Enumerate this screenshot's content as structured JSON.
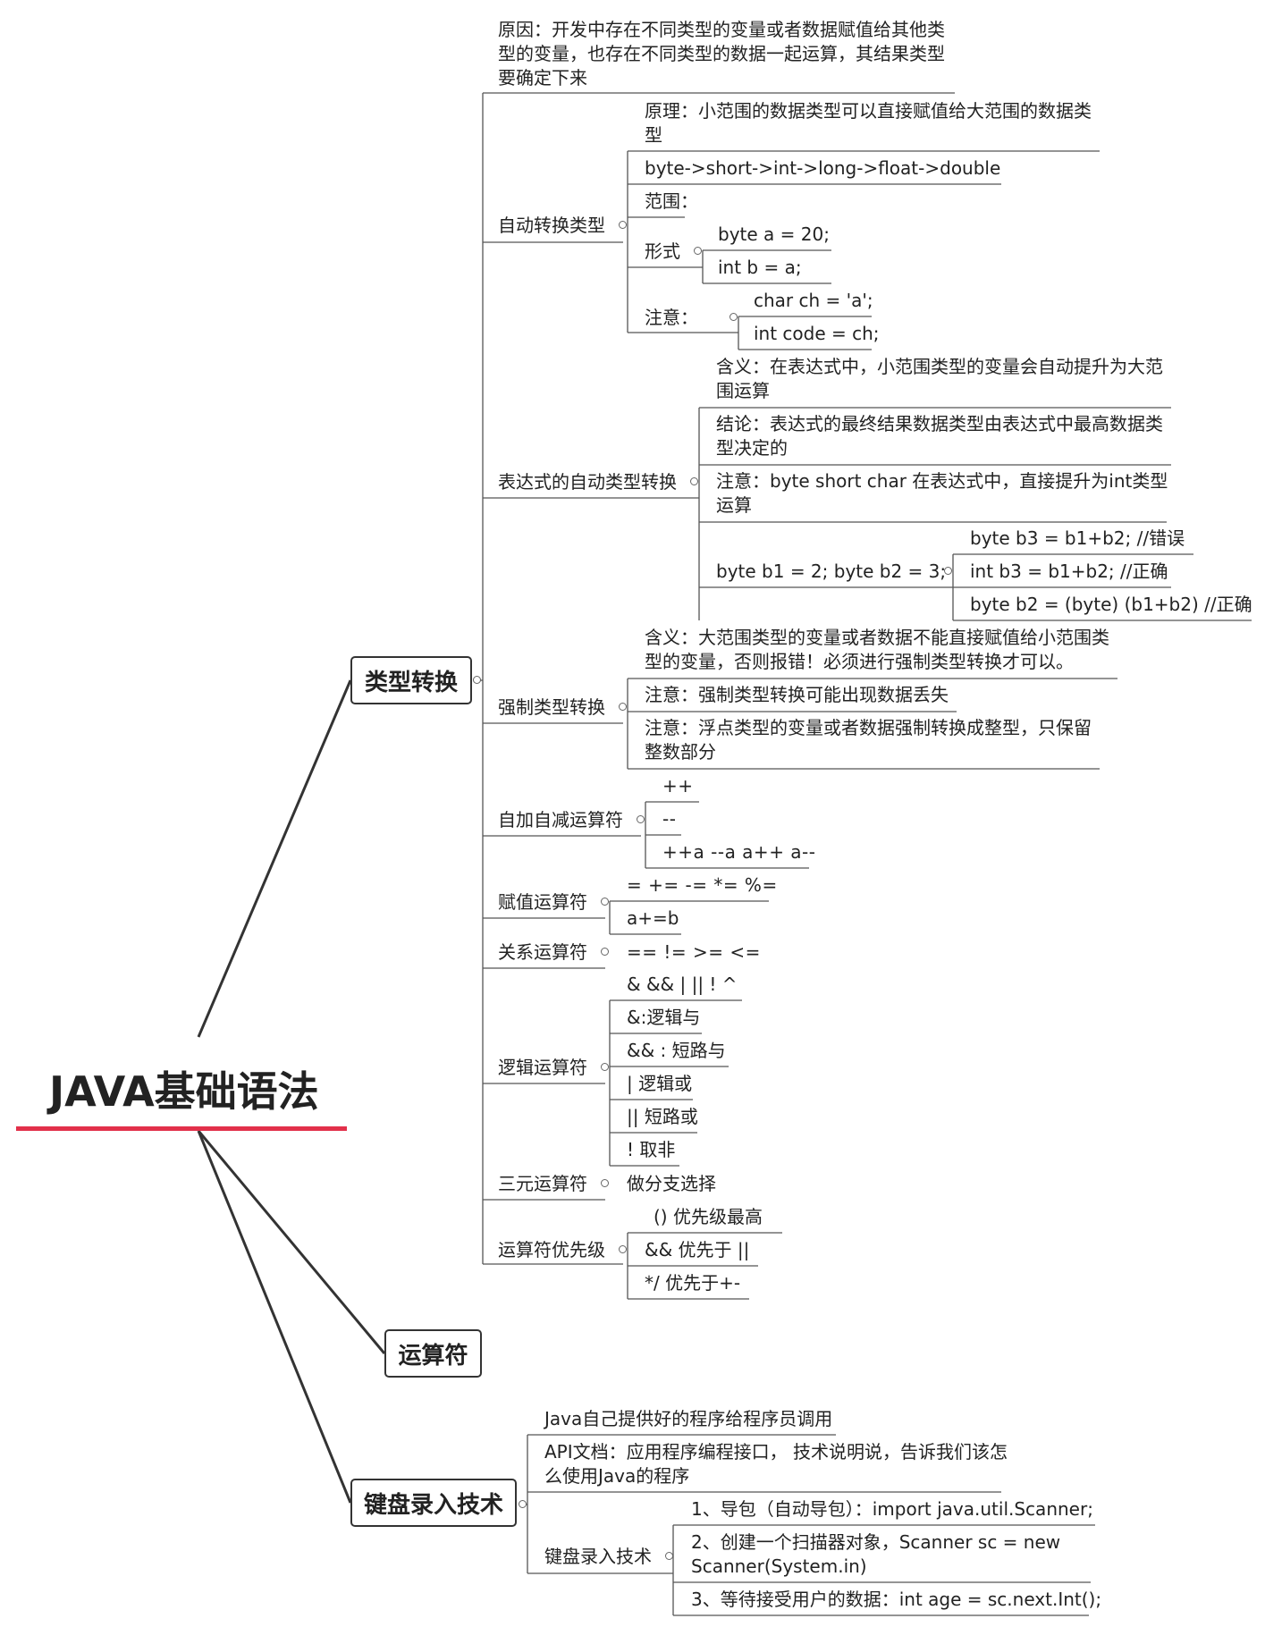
{
  "root": {
    "title": "JAVA基础语法",
    "accent_color": "#e2304a"
  },
  "topics": {
    "type_conversion": "类型转换",
    "operators": "运算符",
    "keyboard_input": "键盘录入技术"
  },
  "type_conversion": {
    "reason": "原因：开发中存在不同类型的变量或者数据赋值给其他类型的变量，也存在不同类型的数据一起运算，其结果类型要确定下来",
    "auto": {
      "label": "自动转换类型",
      "principle": "原理：小范围的数据类型可以直接赋值给大范围的数据类型",
      "order": "byte->short->int->long->float->double",
      "range": "范围：",
      "form": "形式",
      "form_a": "byte a = 20;",
      "form_b": "int b = a;",
      "note": "注意：",
      "note_a": "char ch = 'a';",
      "note_b": "int code = ch;"
    },
    "expr": {
      "label": "表达式的自动类型转换",
      "meaning": "含义：在表达式中，小范围类型的变量会自动提升为大范围运算",
      "conclusion": "结论：表达式的最终结果数据类型由表达式中最高数据类型决定的",
      "note": "注意：byte short char 在表达式中，直接提升为int类型运算",
      "example": "byte b1 = 2; byte b2 = 3;",
      "ex1": "byte b3 = b1+b2;   //错误",
      "ex2": "int b3 = b1+b2;  //正确",
      "ex3": "byte b2 = (byte) (b1+b2) //正确"
    },
    "force": {
      "label": "强制类型转换",
      "meaning": "含义：大范围类型的变量或者数据不能直接赋值给小范围类型的变量，否则报错！必须进行强制类型转换才可以。",
      "note1": "注意：强制类型转换可能出现数据丢失",
      "note2": "注意：浮点类型的变量或者数据强制转换成整型，只保留整数部分"
    }
  },
  "operators": {
    "incdec": {
      "label": "自加自减运算符",
      "a": "++",
      "b": "--",
      "c": "++a --a a++ a--"
    },
    "assign": {
      "label": "赋值运算符",
      "a": "= += -= *= %=",
      "b": "a+=b"
    },
    "relation": {
      "label": "关系运算符",
      "a": "== != >= <="
    },
    "logic": {
      "label": "逻辑运算符",
      "a": "& && | || ! ^",
      "b": "&:逻辑与",
      "c": "&& : 短路与",
      "d": "| 逻辑或",
      "e": "|| 短路或",
      "f": "! 取非"
    },
    "ternary": {
      "label": "三元运算符",
      "a": "做分支选择"
    },
    "priority": {
      "label": "运算符优先级",
      "a": "()   优先级最高",
      "b": "&& 优先于 ||",
      "c": "*/ 优先于+-"
    }
  },
  "keyboard": {
    "a": "Java自己提供好的程序给程序员调用",
    "b": "API文档：应用程序编程接口， 技术说明说，告诉我们该怎么使用Java的程序",
    "label": "键盘录入技术",
    "step1": "1、导包（自动导包）：import java.util.Scanner;",
    "step2": "2、创建一个扫描器对象，Scanner sc = new Scanner(System.in)",
    "step3": "3、等待接受用户的数据：int age = sc.next.Int();"
  }
}
